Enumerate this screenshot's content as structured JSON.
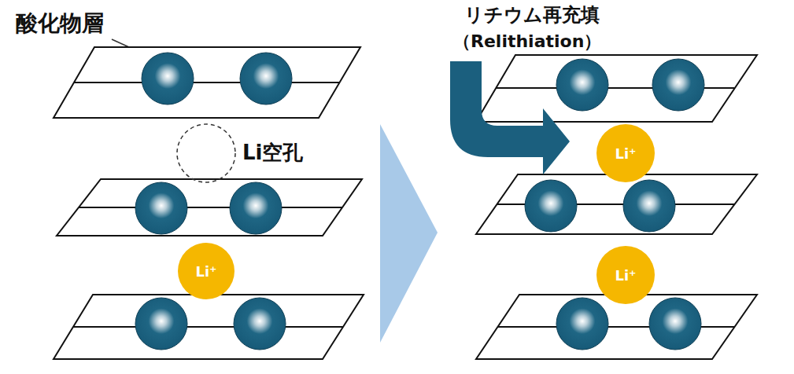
{
  "diagram": {
    "nodes": [
      {
        "text": [
          "Li⁺"
        ]
      },
      {
        "text": [
          "Li⁺"
        ]
      },
      {
        "text": [
          "Li⁺"
        ]
      }
    ],
    "labels": [
      "酸化物層",
      "Li空孔",
      "リチウム再充填",
      "（Relithiation）"
    ]
  }
}
